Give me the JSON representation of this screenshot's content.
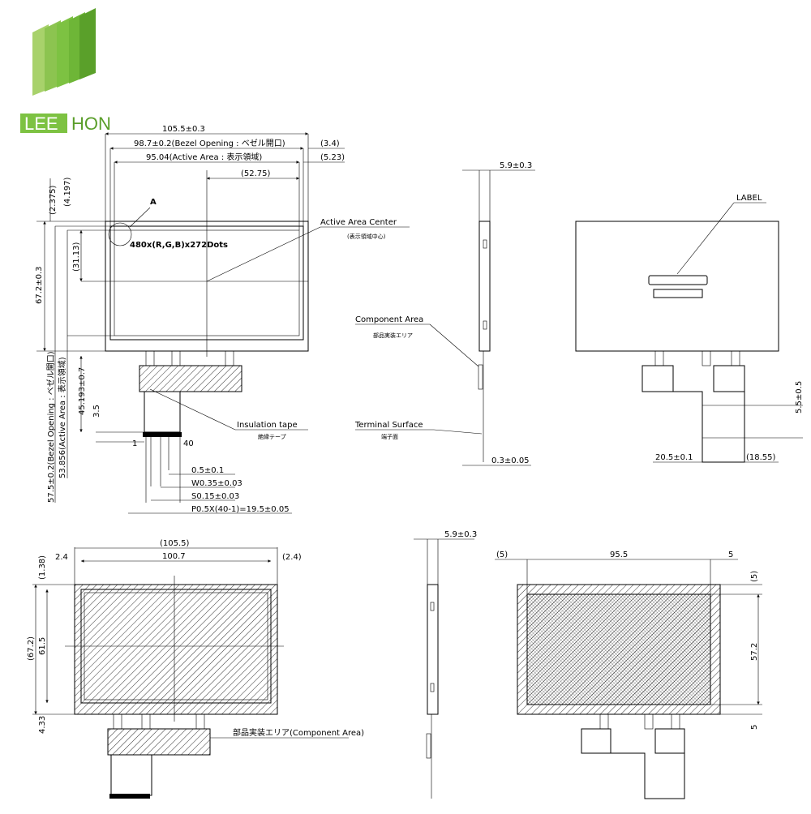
{
  "logo": {
    "part1": "LEE",
    "part2": "HON",
    "green": "#7dc242",
    "dark_green": "#5a9e2a"
  },
  "front_view": {
    "overall_width": "105.5±0.3",
    "bezel_opening_w": "98.7±0.2(Bezel Opening : ベゼル開口)",
    "active_area_w": "95.04(Active Area : 表示領域)",
    "half_active_w": "(52.75)",
    "right_34": "(3.4)",
    "right_523": "(5.23)",
    "left_2375": "(2.375)",
    "left_4197": "(4.197)",
    "v_3113": "(31.13)",
    "height_672": "67.2±0.3",
    "bezel_opening_h": "57.5±0.2(Bezel Opening : ベゼル開口)",
    "active_area_h": "53.856(Active Area : 表示領域)",
    "fpc_len": "45.193±0.7",
    "fpc_35": "3.5",
    "detail_a": "A",
    "resolution": "480x(R,G,B)x272Dots",
    "active_center": "Active Area Center",
    "active_center_jp": "(表示領域中心)",
    "insulation": "Insulation tape",
    "insulation_jp": "絶縁テープ",
    "pin1": "1",
    "pin40": "40",
    "d05": "0.5±0.1",
    "w035": "W0.35±0.03",
    "s015": "S0.15±0.03",
    "pitch": "P0.5X(40-1)=19.5±0.05"
  },
  "side_view_top": {
    "thickness": "5.9±0.3",
    "component_area": "Component Area",
    "component_area_jp": "部品実装エリア",
    "terminal_surface": "Terminal Surface",
    "terminal_surface_jp": "端子面",
    "terminal_thickness": "0.3±0.05"
  },
  "back_view_top": {
    "label": "LABEL",
    "d205": "20.5±0.1",
    "d1855": "(18.55)",
    "d55": "5.5±0.5"
  },
  "bottom_front": {
    "overall": "(105.5)",
    "d24_left": "2.4",
    "d1007": "100.7",
    "d24_right": "(2.4)",
    "d138": "(1.38)",
    "d672": "(67.2)",
    "d615": "61.5",
    "d433": "4.33",
    "component_area": "部品実装エリア(Component Area)"
  },
  "bottom_side": {
    "thickness": "5.9±0.3"
  },
  "bottom_back": {
    "d5_left": "(5)",
    "d955": "95.5",
    "d5_right": "5",
    "d5_top": "(5)",
    "d572": "57.2",
    "d5_bottom": "5"
  }
}
